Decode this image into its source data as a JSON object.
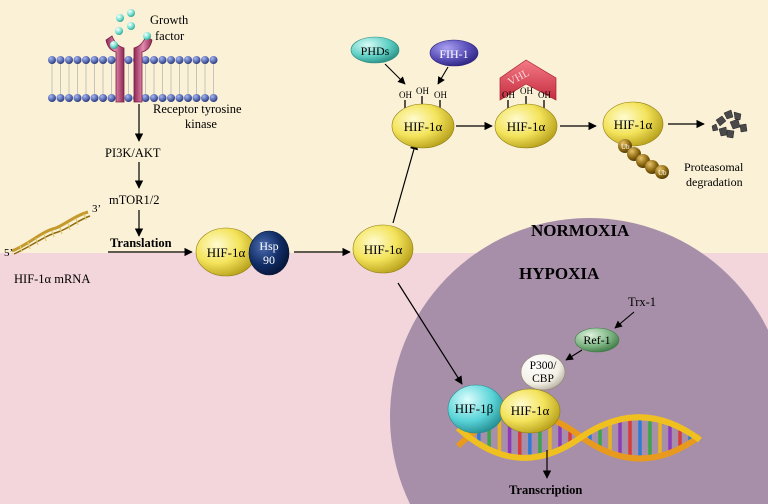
{
  "labels": {
    "growth_factor_1": "Growth",
    "growth_factor_2": "factor",
    "receptor_1": "Receptor tyrosine",
    "receptor_2": "kinase",
    "pi3k": "PI3K/AKT",
    "mtor": "mTOR1/2",
    "translation": "Translation",
    "mrna_3": "3’",
    "mrna_5": "5’",
    "mrna": "HIF-1α mRNA",
    "hif1a": "HIF-1α",
    "hsp_1": "Hsp",
    "hsp_2": "90",
    "phds": "PHDs",
    "fih1": "FIH-1",
    "vhl": "VHL",
    "oh": "OH",
    "ub": "Ub",
    "proteasomal_1": "Proteasomal",
    "proteasomal_2": "degradation",
    "normoxia": "NORMOXIA",
    "hypoxia": "HYPOXIA",
    "trx1": "Trx-1",
    "ref1": "Ref-1",
    "p300_1": "P300/",
    "p300_2": "CBP",
    "hif1b": "HIF-1β",
    "transcription": "Transcription"
  },
  "colors": {
    "normoxia_bg": "#fbf1d6",
    "hypoxia_bg": "#f2d6dc",
    "nucleus": "#a78fa9",
    "hif_yellow": "#f3e35a",
    "hsp_blue": "#112d66",
    "phds_teal": "#5ecfc4",
    "fih_purple": "#5a4fb8",
    "vhl_red": "#e0485a",
    "ref_green": "#7fb685",
    "hif1b_cyan": "#59d4d8",
    "ub_brown": "#8f6a12",
    "membrane_blue": "#4c5fa8",
    "receptor_pink": "#c04a7a"
  }
}
